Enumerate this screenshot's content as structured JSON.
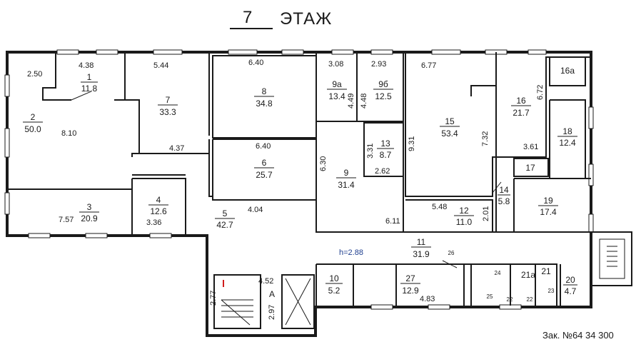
{
  "title": {
    "number": "7",
    "word": "ЭТАЖ"
  },
  "height_label": "h=2.88",
  "order": "Зак. №64 34 300",
  "stair_letter": "А",
  "rooms": [
    {
      "id": "r1",
      "num": "1",
      "area": "11.8"
    },
    {
      "id": "r2",
      "num": "2",
      "area": "50.0"
    },
    {
      "id": "r3",
      "num": "3",
      "area": "20.9"
    },
    {
      "id": "r4",
      "num": "4",
      "area": "12.6"
    },
    {
      "id": "r5",
      "num": "5",
      "area": "42.7"
    },
    {
      "id": "r6",
      "num": "6",
      "area": "25.7"
    },
    {
      "id": "r7",
      "num": "7",
      "area": "33.3"
    },
    {
      "id": "r8",
      "num": "8",
      "area": "34.8"
    },
    {
      "id": "r9",
      "num": "9",
      "area": "31.4"
    },
    {
      "id": "r9a",
      "num": "9а",
      "area": "13.4"
    },
    {
      "id": "r9b",
      "num": "9б",
      "area": "12.5"
    },
    {
      "id": "r10",
      "num": "10",
      "area": "5.2"
    },
    {
      "id": "r11",
      "num": "11",
      "area": "31.9"
    },
    {
      "id": "r12",
      "num": "12",
      "area": "11.0"
    },
    {
      "id": "r13",
      "num": "13",
      "area": "8.7"
    },
    {
      "id": "r14",
      "num": "14",
      "area": "5.8"
    },
    {
      "id": "r15",
      "num": "15",
      "area": "53.4"
    },
    {
      "id": "r16",
      "num": "16",
      "area": "21.7"
    },
    {
      "id": "r18",
      "num": "18",
      "area": "12.4"
    },
    {
      "id": "r19",
      "num": "19",
      "area": "17.4"
    },
    {
      "id": "r20",
      "num": "20",
      "area": "4.7"
    },
    {
      "id": "r27",
      "num": "27",
      "area": "12.9"
    }
  ],
  "labels": {
    "r16a": "16а",
    "r17": "17",
    "r21a": "21а",
    "r21": "21",
    "r22a": "22",
    "r22b": "22",
    "r23": "23",
    "r24": "24",
    "r25": "25",
    "r26": "26"
  },
  "dims": [
    "2.50",
    "4.38",
    "5.44",
    "6.40",
    "3.08",
    "2.93",
    "6.77",
    "8.10",
    "4.37",
    "6.40",
    "6.30",
    "3.31",
    "2.62",
    "9.31",
    "7.32",
    "3.61",
    "6.72",
    "7.57",
    "3.36",
    "4.04",
    "6.11",
    "5.48",
    "2.01",
    "4.48",
    "4.49",
    "4.52",
    "2.77",
    "2.97",
    "4.83"
  ]
}
